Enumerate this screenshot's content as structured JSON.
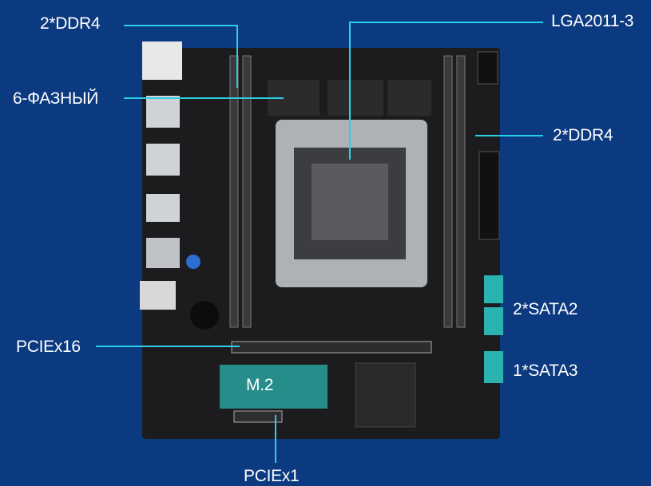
{
  "labels": {
    "ddr4_left": "2*DDR4",
    "phase": "6-ФАЗНЫЙ",
    "socket": "LGA2011-3",
    "ddr4_right": "2*DDR4",
    "sata2": "2*SATA2",
    "sata3": "1*SATA3",
    "pcie16": "PCIEx16",
    "m2": "M.2",
    "pcie1": "PCIEx1"
  },
  "colors": {
    "background": "#0b3a80",
    "leader_line": "#2ad0e8",
    "board": "#1c1c1e",
    "accent_teal": "#2bb3b0"
  }
}
